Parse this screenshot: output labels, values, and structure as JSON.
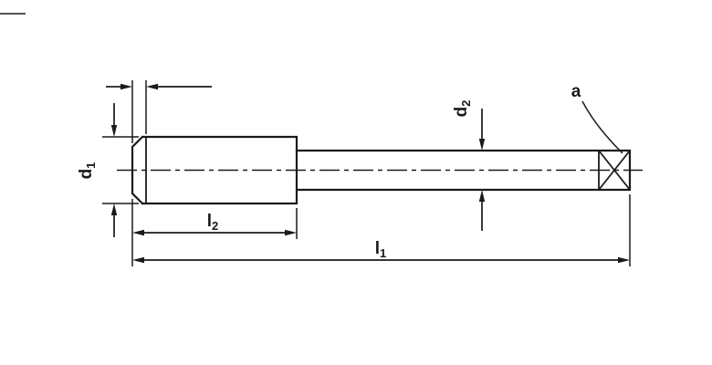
{
  "diagram": {
    "description": "technical-dimension-drawing-of-hand-tap",
    "background_color": "#ffffff",
    "line_color": "#1a1a1a",
    "labels": {
      "d1": {
        "base": "d",
        "sub": "1"
      },
      "d2": {
        "base": "d",
        "sub": "2"
      },
      "l1": {
        "base": "l",
        "sub": "1"
      },
      "l2": {
        "base": "l",
        "sub": "2"
      },
      "a": {
        "base": "a"
      }
    }
  }
}
